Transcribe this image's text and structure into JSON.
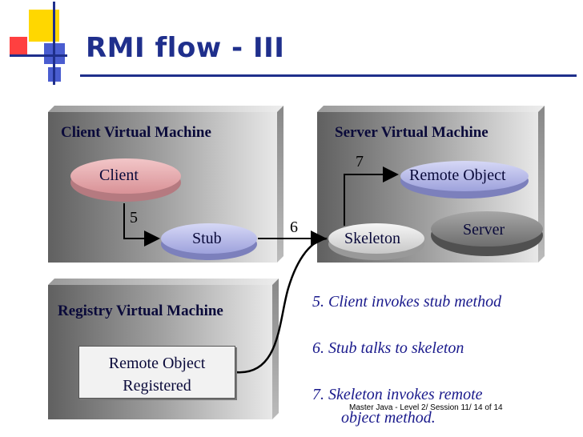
{
  "title": "RMI flow - III",
  "client_vm": {
    "label": "Client Virtual Machine",
    "client": "Client",
    "stub": "Stub"
  },
  "server_vm": {
    "label": "Server Virtual Machine",
    "remote_object": "Remote Object",
    "skeleton": "Skeleton",
    "server": "Server"
  },
  "registry_vm": {
    "label": "Registry Virtual Machine",
    "entry_line1": "Remote Object",
    "entry_line2": "Registered"
  },
  "step_numbers": {
    "five": "5",
    "six": "6",
    "seven": "7"
  },
  "steps": [
    {
      "text": "5. Client invokes stub method"
    },
    {
      "text": "6. Stub talks to skeleton"
    },
    {
      "text": "7. Skeleton invokes remote"
    },
    {
      "text": "object method."
    }
  ],
  "footer": "Master Java - Level 2/ Session 11/ 14 of 14",
  "colors": {
    "title": "#1f2f8c",
    "steps_text": "#1a1a8c",
    "client_oval": "#e4a8ac",
    "stub_oval": "#b8bce6",
    "remote_oval": "#b8bce6",
    "skeleton_oval": "#e4e4e4",
    "server_oval": "#8c8c8c"
  }
}
